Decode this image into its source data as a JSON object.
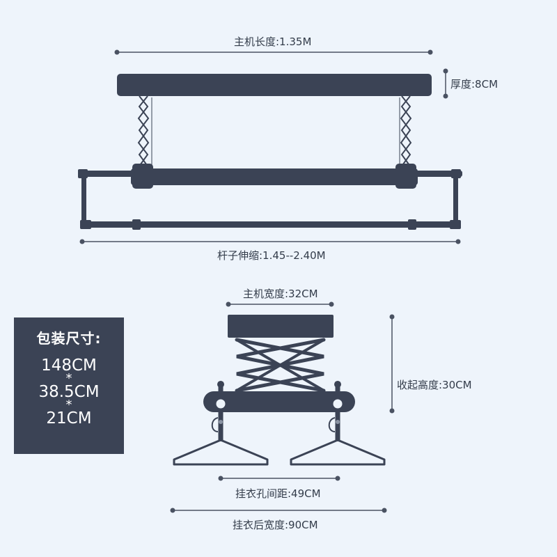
{
  "labels": {
    "host_length": "主机长度:1.35M",
    "thickness": "厚度:8CM",
    "pole_extension": "杆子伸缩:1.45--2.40M",
    "host_width": "主机宽度:32CM",
    "folded_height": "收起高度:30CM",
    "hanger_hole_spacing": "挂衣孔间距:49CM",
    "width_with_hangers": "挂衣后宽度:90CM"
  },
  "package": {
    "title": "包装尺寸:",
    "dims": [
      "148CM",
      "*",
      "38.5CM",
      "*",
      "21CM"
    ]
  },
  "colors": {
    "background": "#eef4fb",
    "body": "#3b4355",
    "dimension_line": "#4a5262"
  }
}
